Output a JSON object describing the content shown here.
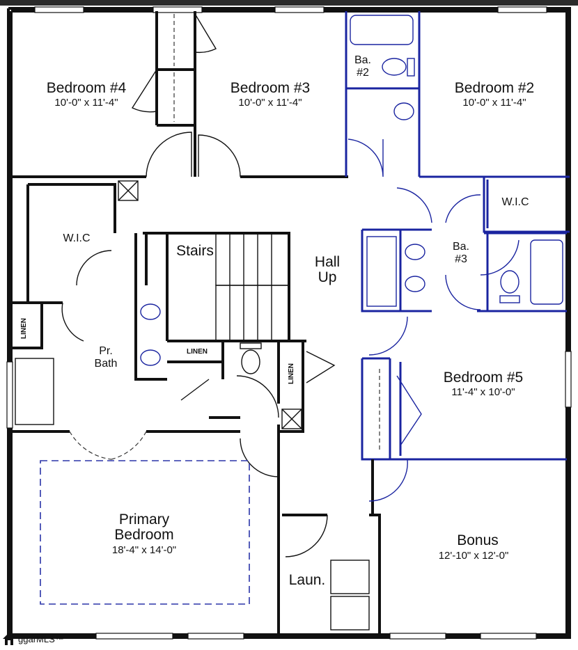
{
  "plan": {
    "rooms": {
      "bedroom4": {
        "name": "Bedroom #4",
        "dim": "10'-0\" x 11'-4\""
      },
      "bedroom3": {
        "name": "Bedroom #3",
        "dim": "10'-0\" x 11'-4\""
      },
      "bedroom2": {
        "name": "Bedroom #2",
        "dim": "10'-0\" x 11'-4\""
      },
      "bedroom5": {
        "name": "Bedroom #5",
        "dim": "11'-4\" x 10'-0\""
      },
      "primary": {
        "name1": "Primary",
        "name2": "Bedroom",
        "dim": "18'-4\" x 14'-0\""
      },
      "bonus": {
        "name": "Bonus",
        "dim": "12'-10\" x 12'-0\""
      },
      "bath2": {
        "line1": "Ba.",
        "line2": "#2"
      },
      "bath3": {
        "line1": "Ba.",
        "line2": "#3"
      },
      "prbath": {
        "line1": "Pr.",
        "line2": "Bath"
      },
      "hall": {
        "line1": "Hall",
        "line2": "Up"
      },
      "stairs": "Stairs",
      "wic_left": "W.I.C",
      "wic_right": "W.I.C",
      "laundry": "Laun.",
      "linen_left": "LINEN",
      "linen_center": "LINEN",
      "linen_right": "LINEN"
    }
  },
  "logo": {
    "text": "ggarMLS™",
    "icon": "house-icon"
  },
  "colors": {
    "wall": "#111111",
    "plumbing": "#1a24a0"
  }
}
